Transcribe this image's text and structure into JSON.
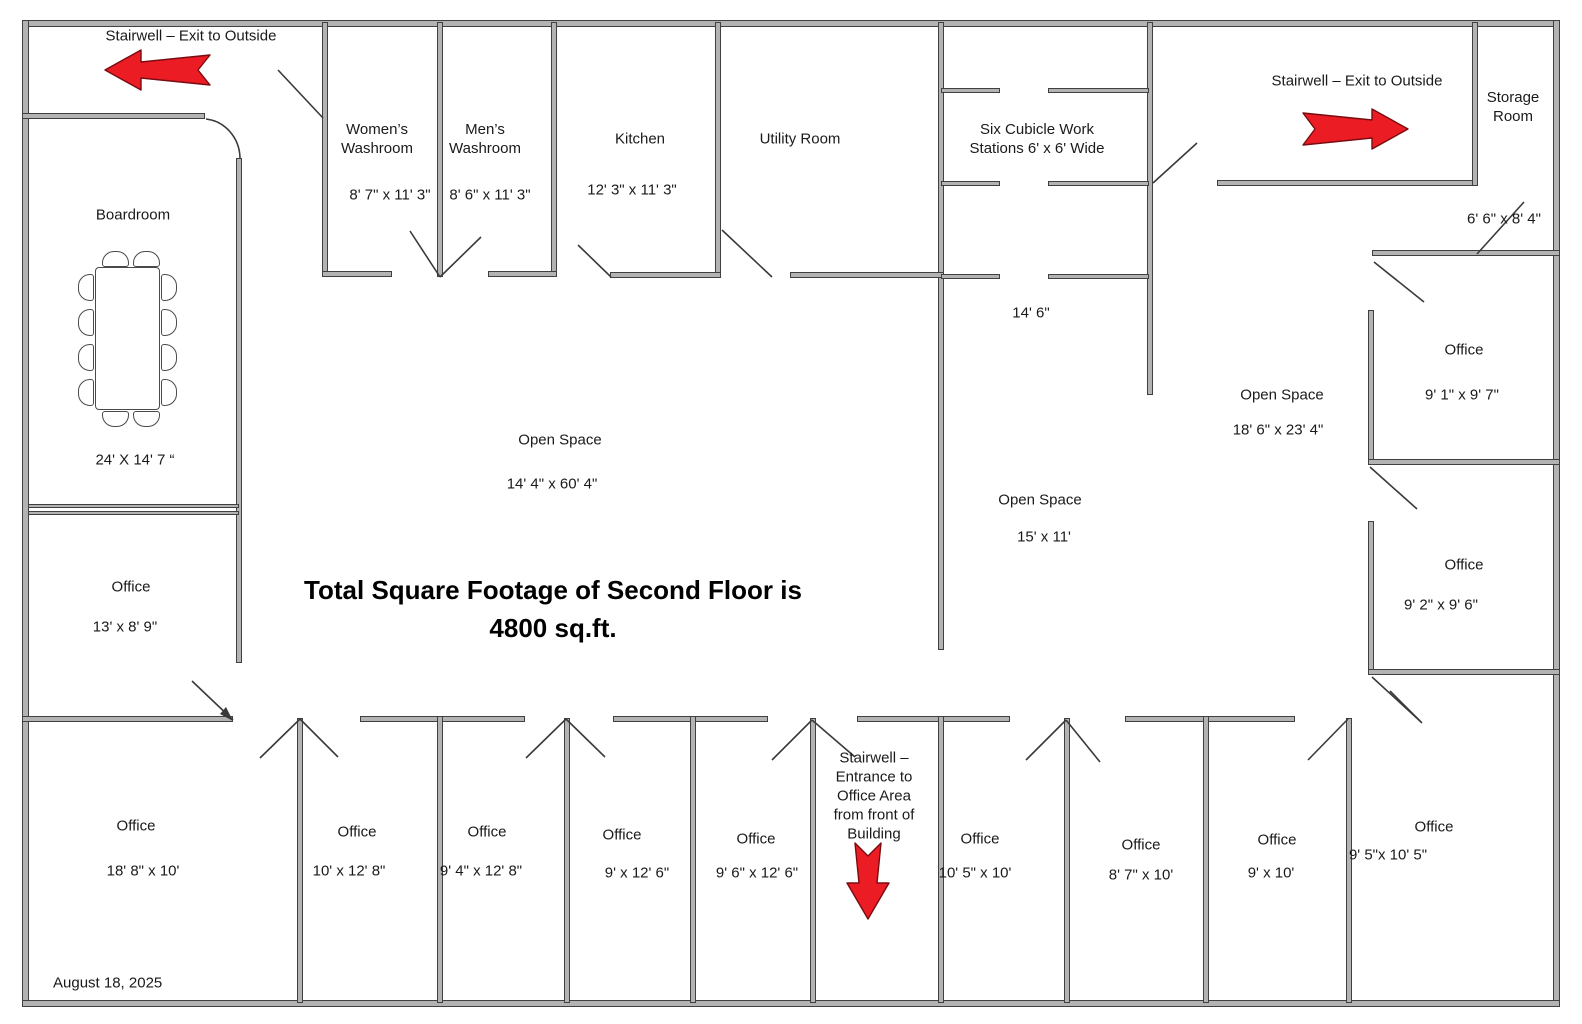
{
  "plan": {
    "title_lines": [
      "Total Square Footage of Second Floor is",
      "4800 sq.ft."
    ],
    "date": "August 18, 2025",
    "wall_color": "#b3b3b3",
    "arrow_color": "#ec1c24"
  },
  "stairwells": {
    "top_left": "Stairwell – Exit to Outside",
    "top_right": "Stairwell – Exit to Outside",
    "bottom_lines": [
      "Stairwell –",
      "Entrance to",
      "Office Area",
      "from front of",
      "Building"
    ]
  },
  "rooms": {
    "boardroom": {
      "name": "Boardroom",
      "dims": "24' X 14' 7 “"
    },
    "womens_washroom": {
      "name_lines": [
        "Women’s",
        "Washroom"
      ],
      "dims": "8' 7\" x 11' 3\""
    },
    "mens_washroom": {
      "name_lines": [
        "Men’s",
        "Washroom"
      ],
      "dims": "8' 6\" x 11' 3\""
    },
    "kitchen": {
      "name": "Kitchen",
      "dims": "12' 3\" x 11' 3\""
    },
    "utility_room": {
      "name": "Utility Room"
    },
    "cubicles": {
      "name_lines": [
        "Six Cubicle Work",
        "Stations 6' x 6' Wide"
      ]
    },
    "corridor_width": "14' 6\"",
    "storage_room": {
      "name_lines": [
        "Storage",
        "Room"
      ],
      "dims": "6' 6\" x 8' 4\""
    },
    "open_space_left": {
      "name": "Open Space",
      "dims": "14' 4\" x 60' 4\""
    },
    "open_space_right": {
      "name": "Open Space",
      "dims": "18' 6\" x 23' 4\""
    },
    "open_space_center": {
      "name": "Open Space",
      "dims": "15' x 11'"
    },
    "office_left": {
      "name": "Office",
      "dims": "13' x 8' 9\""
    },
    "office_right_1": {
      "name": "Office",
      "dims": "9' 1\" x 9' 7\""
    },
    "office_right_2": {
      "name": "Office",
      "dims": "9' 2\" x 9' 6\""
    }
  },
  "bottom_offices": [
    {
      "name": "Office",
      "dims": "18' 8\" x 10'"
    },
    {
      "name": "Office",
      "dims": "10' x 12' 8\""
    },
    {
      "name": "Office",
      "dims": "9' 4\" x 12' 8\""
    },
    {
      "name": "Office",
      "dims": "9' x 12' 6\""
    },
    {
      "name": "Office",
      "dims": "9' 6\" x 12' 6\""
    },
    {
      "name": "Office",
      "dims": "10' 5\" x 10'"
    },
    {
      "name": "Office",
      "dims": "8' 7\" x 10'"
    },
    {
      "name": "Office",
      "dims": "9' x 10'"
    },
    {
      "name": "Office",
      "dims": "9' 5\"x 10' 5\""
    }
  ]
}
